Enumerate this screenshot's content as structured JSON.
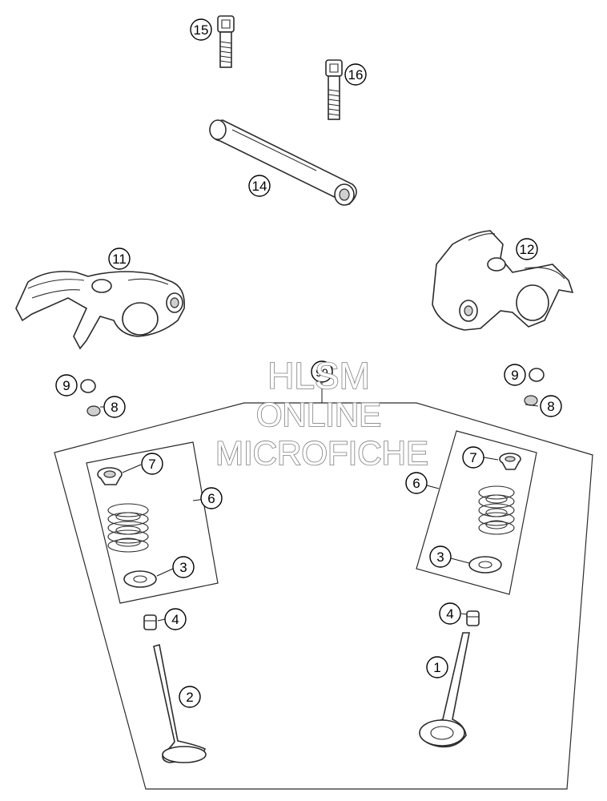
{
  "callouts": [
    {
      "id": "c1",
      "label": "1"
    },
    {
      "id": "c2",
      "label": "2"
    },
    {
      "id": "c3a",
      "label": "3"
    },
    {
      "id": "c3b",
      "label": "3"
    },
    {
      "id": "c4a",
      "label": "4"
    },
    {
      "id": "c4b",
      "label": "4"
    },
    {
      "id": "c6a",
      "label": "6"
    },
    {
      "id": "c6b",
      "label": "6"
    },
    {
      "id": "c7a",
      "label": "7"
    },
    {
      "id": "c7b",
      "label": "7"
    },
    {
      "id": "c8a",
      "label": "8"
    },
    {
      "id": "c8b",
      "label": "8"
    },
    {
      "id": "c9a",
      "label": "9"
    },
    {
      "id": "c9b",
      "label": "9"
    },
    {
      "id": "c11",
      "label": "11"
    },
    {
      "id": "c12",
      "label": "12"
    },
    {
      "id": "c14",
      "label": "14"
    },
    {
      "id": "c15",
      "label": "15"
    },
    {
      "id": "c16",
      "label": "16"
    },
    {
      "id": "c99",
      "label": "99"
    }
  ],
  "watermark": {
    "line1": "HLSM",
    "line2": "ONLINE",
    "line3": "MICROFICHE"
  }
}
